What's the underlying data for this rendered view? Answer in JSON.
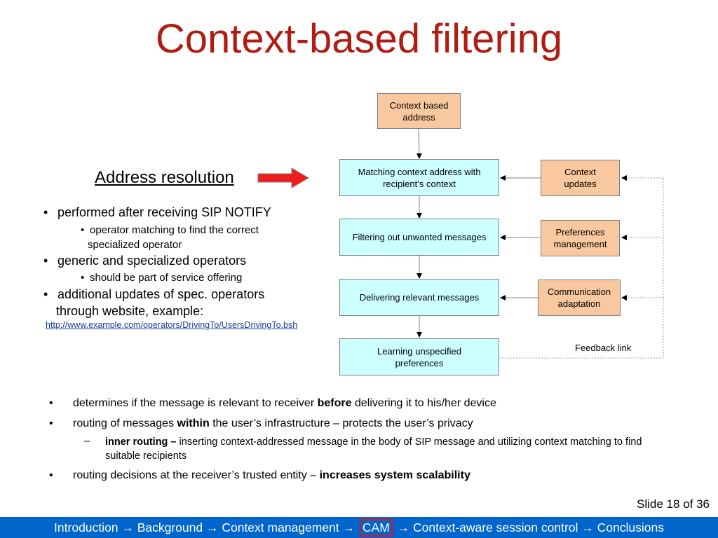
{
  "title": "Context-based filtering",
  "address_resolution": "Address resolution",
  "left_bullets": [
    {
      "text": "performed after receiving SIP NOTIFY"
    },
    {
      "text": "operator matching to find the correct",
      "cont": "specialized operator"
    },
    {
      "text": "generic and specialized operators"
    },
    {
      "text": "should be part of service offering"
    },
    {
      "text": "additional updates of spec. operators",
      "cont": "through website, example:"
    }
  ],
  "bullet_symbol": "•",
  "link": "http://www.example.com/operators/DrivingTo/UsersDrivingTo.bsh",
  "diagram": {
    "context_address": "Context based address",
    "matching": "Matching context address with recipient’s context",
    "filtering": "Filtering out unwanted messages",
    "delivering": "Delivering relevant messages",
    "learning": "Learning unspecified preferences",
    "context_updates": "Context updates",
    "preferences": "Preferences management",
    "communication": "Communication adaptation",
    "feedback_link": "Feedback link",
    "colors": {
      "orange": "#fac89e",
      "cyan": "#ccffff"
    }
  },
  "bottom_bullets": {
    "b1_pre": "determines if the message is relevant to receiver ",
    "b1_bold": "before",
    "b1_post": " delivering it to his/her device",
    "b2_pre": "routing of messages ",
    "b2_bold": "within",
    "b2_post": " the user’s infrastructure – protects the user’s privacy",
    "sub_dash": "–",
    "sub_bold": "inner routing – ",
    "sub_text": "inserting context-addressed message in the body of SIP message and utilizing context matching to find suitable recipients",
    "b3_pre": "routing decisions at the receiver’s trusted entity – ",
    "b3_bold": "increases system scalability"
  },
  "slide_number": "Slide 18 of 36",
  "nav": {
    "pre": "Introduction → Background → Context management → ",
    "current": "CAM",
    "post": " → Context-aware session control → Conclusions",
    "bg_color": "#0066cc",
    "highlight_color": "#e8101a"
  },
  "title_color": "#b01c12"
}
